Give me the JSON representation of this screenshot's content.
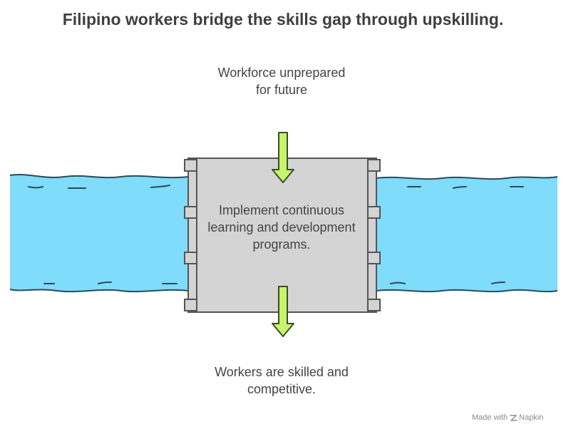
{
  "title": "Filipino workers bridge the skills gap through upskilling.",
  "top_label": "Workforce unprepared for future",
  "center_label": "Implement continuous learning and development programs.",
  "bottom_label": "Workers are skilled and competitive.",
  "credit": {
    "prefix": "Made with",
    "brand": "Napkin"
  },
  "colors": {
    "water": "#7fdcfb",
    "water_stroke": "#2b4a5a",
    "dam": "#d4d4d4",
    "dam_stroke": "#555555",
    "arrow": "#c6f56b",
    "arrow_stroke": "#3f4a2a"
  },
  "icons": [
    "napkin-logo-icon",
    "arrow-down-icon"
  ]
}
